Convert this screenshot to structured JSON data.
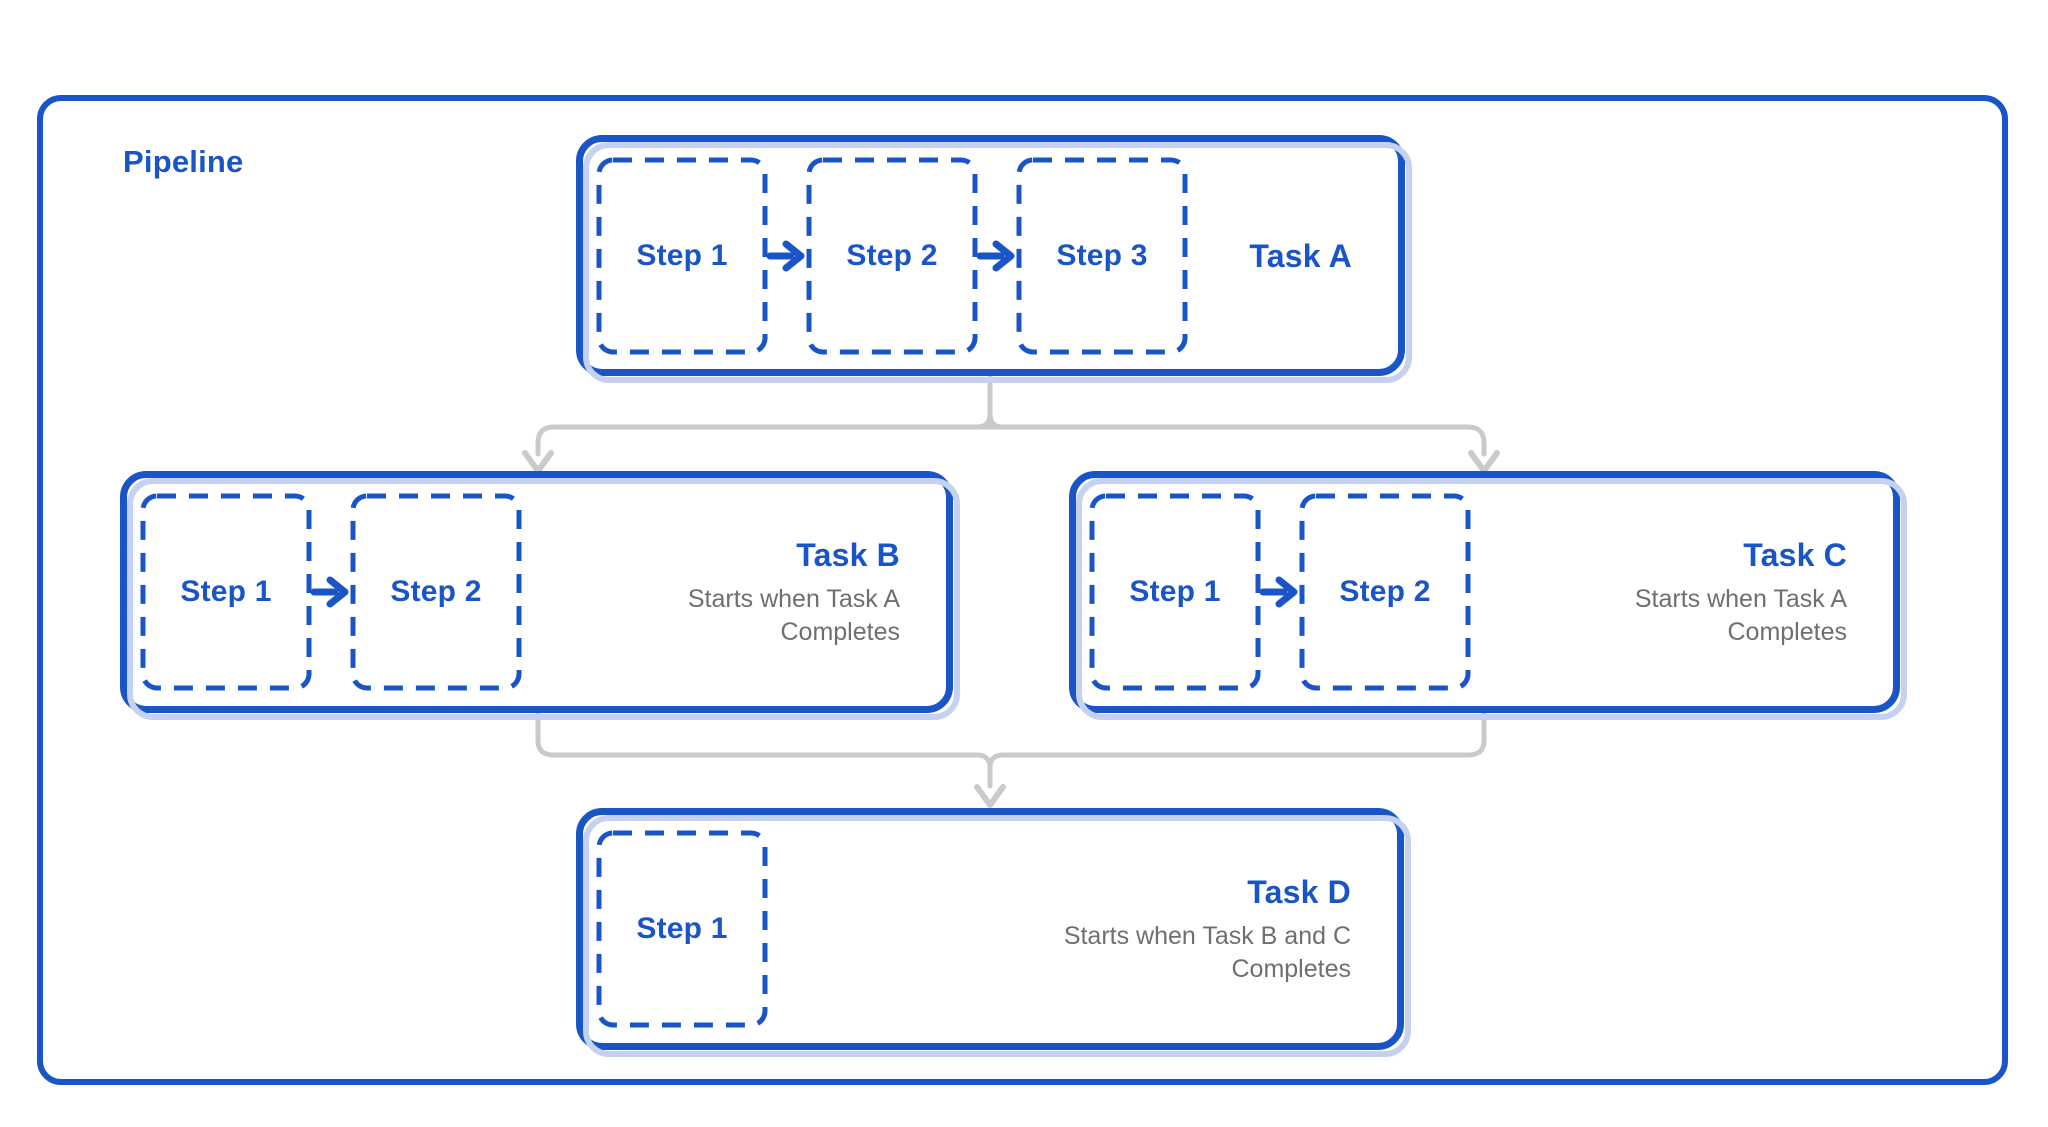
{
  "diagram": {
    "label": "Pipeline",
    "type": "pipeline-flowchart"
  },
  "colors": {
    "primary_blue": "#1A55C8",
    "shadow_periwinkle": "#C5D1F0",
    "connector_gray": "#C9CACC",
    "subtitle_gray": "#6F6F6F",
    "background": "#FFFFFF"
  },
  "tasks": [
    {
      "id": "task-a",
      "title": "Task A",
      "steps": [
        "Step 1",
        "Step 2",
        "Step 3"
      ],
      "subtitle_lines": []
    },
    {
      "id": "task-b",
      "title": "Task B",
      "steps": [
        "Step 1",
        "Step 2"
      ],
      "subtitle_lines": [
        "Starts when Task A",
        "Completes"
      ]
    },
    {
      "id": "task-c",
      "title": "Task C",
      "steps": [
        "Step 1",
        "Step 2"
      ],
      "subtitle_lines": [
        "Starts when Task A",
        "Completes"
      ]
    },
    {
      "id": "task-d",
      "title": "Task D",
      "steps": [
        "Step 1"
      ],
      "subtitle_lines": [
        "Starts when Task B and C",
        "Completes"
      ]
    }
  ],
  "connectors": [
    {
      "from": "Task A",
      "to": "Task B"
    },
    {
      "from": "Task A",
      "to": "Task C"
    },
    {
      "from": "Task B",
      "to": "Task D"
    },
    {
      "from": "Task C",
      "to": "Task D"
    }
  ]
}
